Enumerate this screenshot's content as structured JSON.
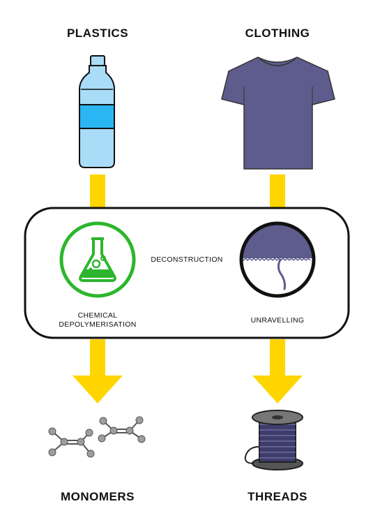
{
  "labels": {
    "plastics": "PLASTICS",
    "clothing": "CLOTHING",
    "deconstruction": "DECONSTRUCTION",
    "chemical_line1": "CHEMICAL",
    "chemical_line2": "DEPOLYMERISATION",
    "unravelling": "UNRAVELLING",
    "monomers": "MONOMERS",
    "threads": "THREADS"
  },
  "colors": {
    "arrow": "#FFD500",
    "flask_green": "#2DB52D",
    "shirt": "#5D5C8C",
    "bottle": "#A9DCF7",
    "bottle_band": "#2AB6F2",
    "outline": "#111111",
    "monomer_node": "#9E9E9E"
  },
  "icons": [
    "bottle-icon",
    "tshirt-icon",
    "flask-icon",
    "fabric-unravel-icon",
    "monomer-molecule-icon",
    "thread-spool-icon"
  ]
}
